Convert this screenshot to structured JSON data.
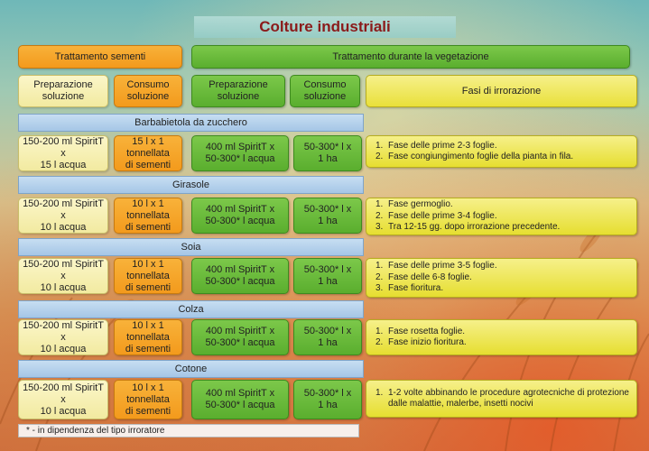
{
  "title": "Colture industriali",
  "headers": {
    "seed_treatment": "Trattamento sementi",
    "vegetation_treatment": "Trattamento durante la vegetazione",
    "seed_prep": [
      "Preparazione",
      "soluzione"
    ],
    "seed_consumption": [
      "Consumo",
      "soluzione"
    ],
    "veg_prep": [
      "Preparazione",
      "soluzione"
    ],
    "veg_consumption": [
      "Consumo",
      "soluzione"
    ],
    "phases": "Fasi di irrorazione"
  },
  "crops": [
    {
      "name": "Barbabietola da zucchero",
      "seed_prep": [
        "150-200 ml SpiritT x",
        "15 l acqua"
      ],
      "seed_cons": [
        "15 l x 1",
        "tonnellata",
        "di sementi"
      ],
      "veg_prep": [
        "400 ml SpiritT x",
        "50-300* l acqua"
      ],
      "veg_cons": [
        "50-300* l x",
        "1 ha"
      ],
      "phases": [
        {
          "n": "1.",
          "t": "Fase delle prime 2-3 foglie."
        },
        {
          "n": "2.",
          "t": "Fase congiungimento foglie della pianta in fila."
        }
      ]
    },
    {
      "name": "Girasole",
      "seed_prep": [
        "150-200 ml SpiritT x",
        "10 l acqua"
      ],
      "seed_cons": [
        "10 l x 1",
        "tonnellata",
        "di sementi"
      ],
      "veg_prep": [
        "400 ml SpiritT x",
        "50-300* l acqua"
      ],
      "veg_cons": [
        "50-300* l x",
        "1 ha"
      ],
      "phases": [
        {
          "n": "1.",
          "t": "Fase germoglio."
        },
        {
          "n": "2.",
          "t": "Fase delle prime 3-4 foglie."
        },
        {
          "n": "3.",
          "t": "Tra 12-15 gg. dopo irrorazione precedente."
        }
      ]
    },
    {
      "name": "Soia",
      "seed_prep": [
        "150-200 ml SpiritT x",
        "10 l acqua"
      ],
      "seed_cons": [
        "10 l x 1",
        "tonnellata",
        "di sementi"
      ],
      "veg_prep": [
        "400 ml SpiritT x",
        "50-300* l acqua"
      ],
      "veg_cons": [
        "50-300* l x",
        "1 ha"
      ],
      "phases": [
        {
          "n": "1.",
          "t": "Fase delle prime 3-5 foglie."
        },
        {
          "n": "2.",
          "t": "Fase delle 6-8 foglie."
        },
        {
          "n": "3.",
          "t": "Fase fioritura."
        }
      ]
    },
    {
      "name": "Colza",
      "seed_prep": [
        "150-200 ml SpiritT x",
        "10 l acqua"
      ],
      "seed_cons": [
        "10 l x 1",
        "tonnellata",
        "di sementi"
      ],
      "veg_prep": [
        "400 ml SpiritT x",
        "50-300* l acqua"
      ],
      "veg_cons": [
        "50-300* l x",
        "1 ha"
      ],
      "phases": [
        {
          "n": "1.",
          "t": "Fase rosetta foglie."
        },
        {
          "n": "2.",
          "t": "Fase inizio fioritura."
        }
      ]
    },
    {
      "name": "Cotone",
      "seed_prep": [
        "150-200 ml SpiritT x",
        "10 l acqua"
      ],
      "seed_cons": [
        "10 l x 1",
        "tonnellata",
        "di sementi"
      ],
      "veg_prep": [
        "400 ml SpiritT x",
        "50-300* l acqua"
      ],
      "veg_cons": [
        "50-300* l x",
        "1 ha"
      ],
      "phases": [
        {
          "n": "1.",
          "t": "1-2 volte abbinando le procedure agrotecniche di protezione dalle malattie, malerbe, insetti nocivi"
        }
      ]
    }
  ],
  "footnote": "* - in dipendenza del tipo irroratore"
}
